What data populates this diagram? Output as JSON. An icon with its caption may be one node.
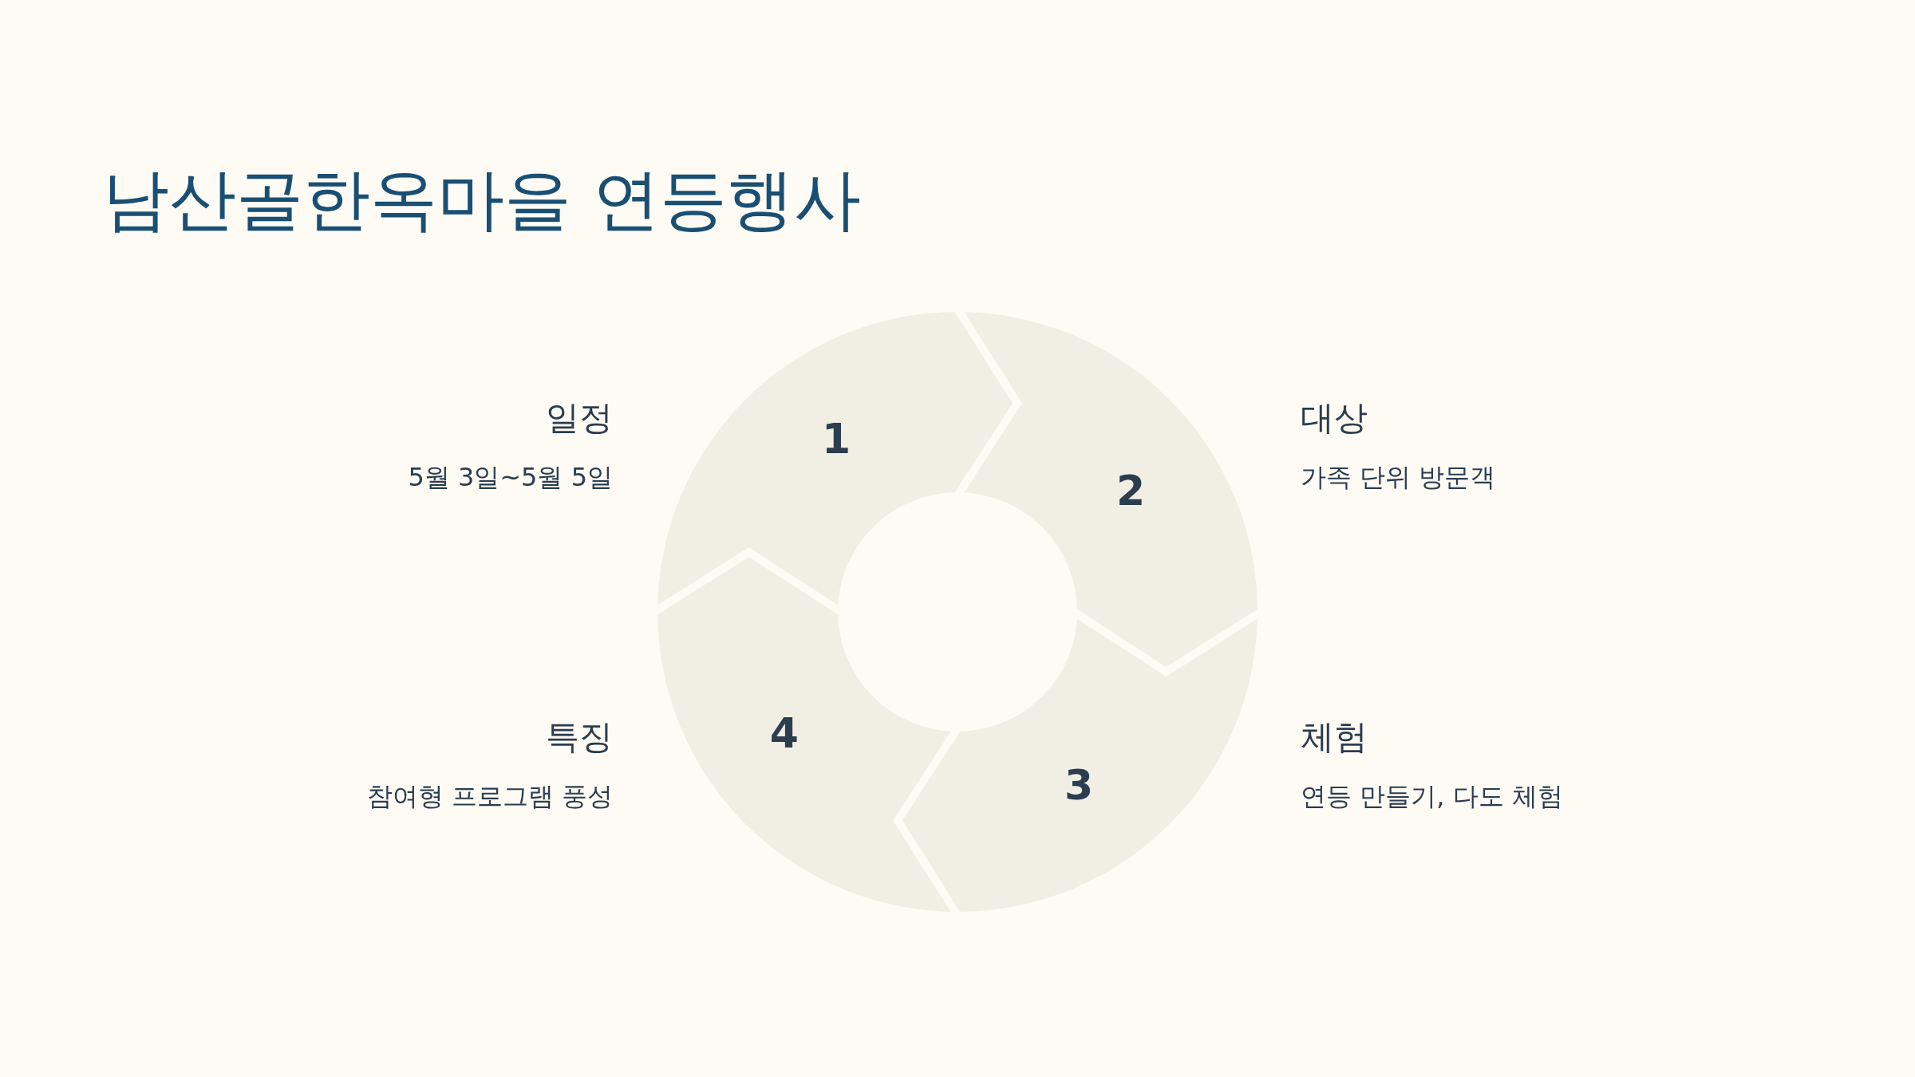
{
  "diagram": {
    "title": "남산골한옥마을 연등행사",
    "nodes": [
      {
        "text": [
          "1"
        ],
        "beside": [
          "일정",
          "5월 3일~5월 5일"
        ]
      },
      {
        "text": [
          "2"
        ],
        "beside": [
          "대상",
          "가족 단위 방문객"
        ]
      },
      {
        "text": [
          "3"
        ],
        "beside": [
          "체험",
          "연등 만들기, 다도 체험"
        ]
      },
      {
        "text": [
          "4"
        ],
        "beside": [
          "특징",
          "참여형 프로그램 풍성"
        ]
      }
    ]
  }
}
